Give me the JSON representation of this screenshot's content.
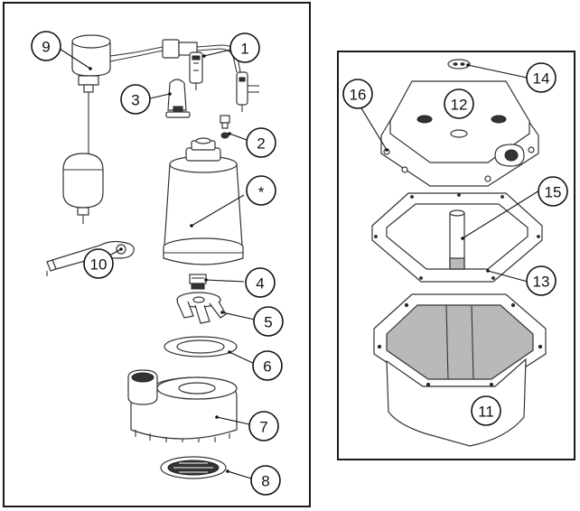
{
  "callouts": {
    "c1": "1",
    "c2": "2",
    "c3": "3",
    "c4": "4",
    "c5": "5",
    "c6": "6",
    "c7": "7",
    "c8": "8",
    "c9": "9",
    "c10": "10",
    "c11": "11",
    "c12": "12",
    "c13": "13",
    "c14": "14",
    "c15": "15",
    "c16": "16",
    "star": "*"
  },
  "colors": {
    "line": "#333333",
    "outline": "#1a1a1a",
    "basin_interior": "#b9b9b9",
    "background": "#ffffff"
  }
}
